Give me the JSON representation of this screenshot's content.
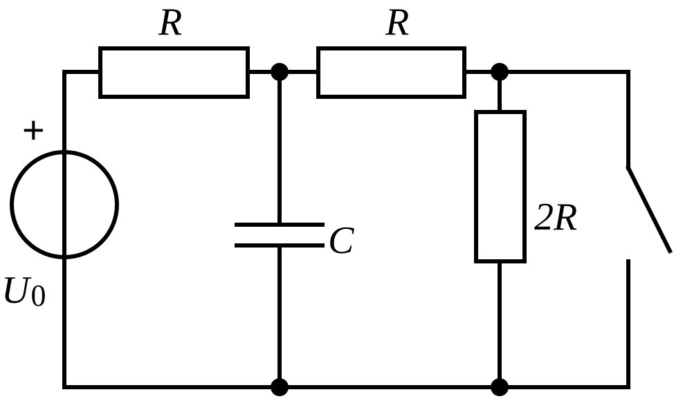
{
  "labels": {
    "r_top_left": "R",
    "r_top_right": "R",
    "r_vertical": "2R",
    "capacitor": "C",
    "source_symbol": "U",
    "source_subscript": "0",
    "source_polarity": "+"
  },
  "colors": {
    "line": "#000000",
    "background": "#ffffff"
  }
}
